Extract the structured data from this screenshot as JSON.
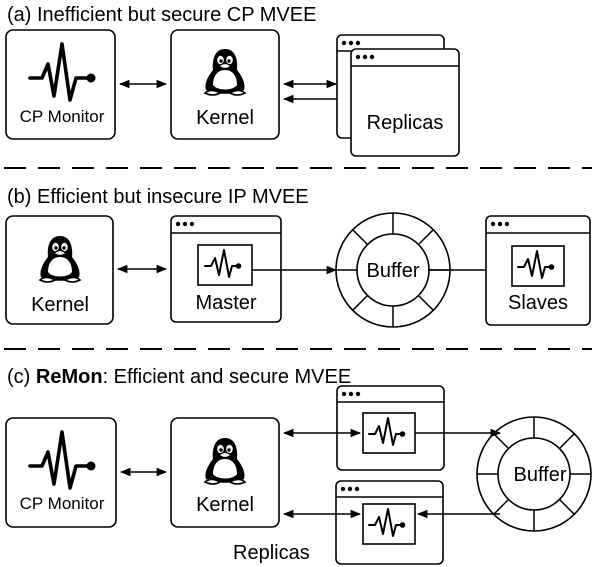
{
  "section_a": {
    "title": "(a) Inefficient but secure CP MVEE",
    "monitor_label": "CP Monitor",
    "kernel_label": "Kernel",
    "replicas_label": "Replicas"
  },
  "section_b": {
    "title": "(b) Efficient but insecure IP MVEE",
    "kernel_label": "Kernel",
    "master_label": "Master",
    "buffer_label": "Buffer",
    "slaves_label": "Slaves"
  },
  "section_c": {
    "title_bold": "ReMon",
    "title_prefix": "(c) ",
    "title_rest": ": Efficient and secure MVEE",
    "monitor_label": "CP Monitor",
    "kernel_label": "Kernel",
    "buffer_label": "Buffer",
    "replicas_label": "Replicas"
  },
  "icons": [
    "pulse-icon",
    "tux-penguin-icon",
    "window-dots-icon",
    "ring-buffer-icon"
  ]
}
